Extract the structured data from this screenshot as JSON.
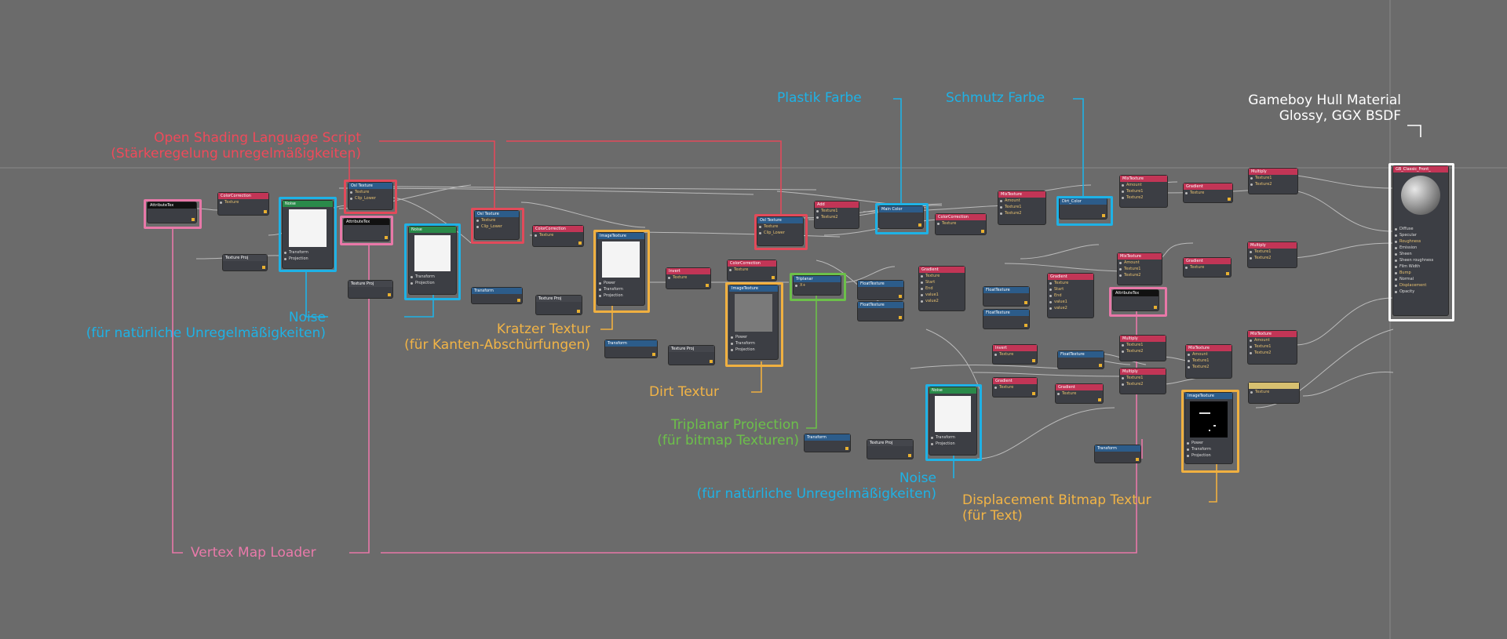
{
  "annotations": {
    "osl_line1": "Open Shading Language Script",
    "osl_line2": "(Stärkeregelung unregelmäßigkeiten)",
    "plastik": "Plastik Farbe",
    "schmutz": "Schmutz Farbe",
    "material_line1": "Gameboy Hull Material",
    "material_line2": "Glossy, GGX BSDF",
    "noise1_line1": "Noise",
    "noise1_line2": "(für natürliche Unregelmäßigkeiten)",
    "kratzer_line1": "Kratzer Textur",
    "kratzer_line2": "(für Kanten-Abschürfungen)",
    "dirt": "Dirt Textur",
    "triplanar_line1": "Triplanar Projection",
    "triplanar_line2": "(für bitmap Texturen)",
    "noise2_line1": "Noise",
    "noise2_line2": "(für natürliche Unregelmäßigkeiten)",
    "displacement_line1": "Displacement Bitmap Textur",
    "displacement_line2": "(für Text)",
    "vertex": "Vertex Map Loader"
  },
  "nodes": {
    "attr1": {
      "title": "AttributeTex"
    },
    "attr2": {
      "title": "AttributeTex"
    },
    "attr3": {
      "title": "AttributeTex"
    },
    "cc1": {
      "title": "ColorCorrection",
      "p1": "Texture"
    },
    "cc2": {
      "title": "ColorCorrection",
      "p1": "Texture"
    },
    "cc3": {
      "title": "ColorCorrection",
      "p1": "Texture"
    },
    "cc4": {
      "title": "ColorCorrection",
      "p1": "Texture"
    },
    "noise1": {
      "title": "Noise",
      "p1": "Transform",
      "p2": "Projection"
    },
    "noise2": {
      "title": "Noise",
      "p1": "Transform",
      "p2": "Projection"
    },
    "noise3": {
      "title": "Noise",
      "p1": "Transform",
      "p2": "Projection"
    },
    "tp1": {
      "title": "Texture Proj"
    },
    "tp2": {
      "title": "Texture Proj"
    },
    "tp3": {
      "title": "Texture Proj"
    },
    "tp4": {
      "title": "Texture Proj"
    },
    "tp5": {
      "title": "Texture Proj"
    },
    "osl1": {
      "title": "Osl Texture",
      "p1": "Texture",
      "p2": "Clip_Lower"
    },
    "osl2": {
      "title": "Osl Texture",
      "p1": "Texture",
      "p2": "Clip_Lower"
    },
    "osl3": {
      "title": "Osl Texture",
      "p1": "Texture",
      "p2": "Clip_Lower"
    },
    "tr1": {
      "title": "Transform"
    },
    "tr2": {
      "title": "Transform"
    },
    "tr3": {
      "title": "Transform"
    },
    "tr4": {
      "title": "Transform"
    },
    "img1": {
      "title": "ImageTexture",
      "p1": "Power",
      "p2": "Transform",
      "p3": "Projection"
    },
    "img2": {
      "title": "ImageTexture",
      "p1": "Power",
      "p2": "Transform",
      "p3": "Projection"
    },
    "img3": {
      "title": "ImageTexture",
      "p1": "Power",
      "p2": "Transform",
      "p3": "Projection"
    },
    "invert1": {
      "title": "Invert",
      "p1": "Texture"
    },
    "invert2": {
      "title": "Invert",
      "p1": "Texture"
    },
    "triplanar": {
      "title": "Triplanar",
      "p1": "X+"
    },
    "add": {
      "title": "Add",
      "p1": "Texture1",
      "p2": "Texture2"
    },
    "maincolor": {
      "title": "Main Color"
    },
    "dirtcolor": {
      "title": "Dirt_Color"
    },
    "mix1": {
      "title": "MixTexture",
      "p1": "Amount",
      "p2": "Texture1",
      "p3": "Texture2"
    },
    "mix2": {
      "title": "MixTexture",
      "p1": "Amount",
      "p2": "Texture1",
      "p3": "Texture2"
    },
    "mix3": {
      "title": "MixTexture",
      "p1": "Amount",
      "p2": "Texture1",
      "p3": "Texture2"
    },
    "mix4": {
      "title": "MixTexture",
      "p1": "Amount",
      "p2": "Texture1",
      "p3": "Texture2"
    },
    "mix5": {
      "title": "MixTexture",
      "p1": "Amount",
      "p2": "Texture1",
      "p3": "Texture2"
    },
    "grad1": {
      "title": "Gradient",
      "p1": "Texture"
    },
    "grad2": {
      "title": "Gradient",
      "p1": "Texture"
    },
    "grad3": {
      "title": "Gradient",
      "p1": "Texture",
      "p2": "Start",
      "p3": "End",
      "p4": "value1",
      "p5": "value2"
    },
    "grad4": {
      "title": "Gradient",
      "p1": "Texture",
      "p2": "Start",
      "p3": "End",
      "p4": "value1",
      "p5": "value2"
    },
    "grad5": {
      "title": "Gradient",
      "p1": "Texture"
    },
    "grad6": {
      "title": "Gradient",
      "p1": "Texture"
    },
    "mult1": {
      "title": "Multiply",
      "p1": "Texture1",
      "p2": "Texture2"
    },
    "mult2": {
      "title": "Multiply",
      "p1": "Texture1",
      "p2": "Texture2"
    },
    "mult3": {
      "title": "Multiply",
      "p1": "Texture1",
      "p2": "Texture2"
    },
    "mult4": {
      "title": "Multiply",
      "p1": "Texture1",
      "p2": "Texture2"
    },
    "ft1": {
      "title": "FloatTexture"
    },
    "ft2": {
      "title": "FloatTexture"
    },
    "ft3": {
      "title": "FloatTexture"
    },
    "ft4": {
      "title": "FloatTexture"
    },
    "ft5": {
      "title": "FloatTexture"
    },
    "yellow": {
      "title": "",
      "p1": "Texture"
    },
    "material": {
      "title": "GB_Classic_Front_",
      "pins": [
        "Diffuse",
        "Specular",
        "Roughness",
        "Emission",
        "Sheen",
        "Sheen roughness",
        "Film Width",
        "Bump",
        "Normal",
        "Displacement",
        "Opacity"
      ]
    }
  }
}
